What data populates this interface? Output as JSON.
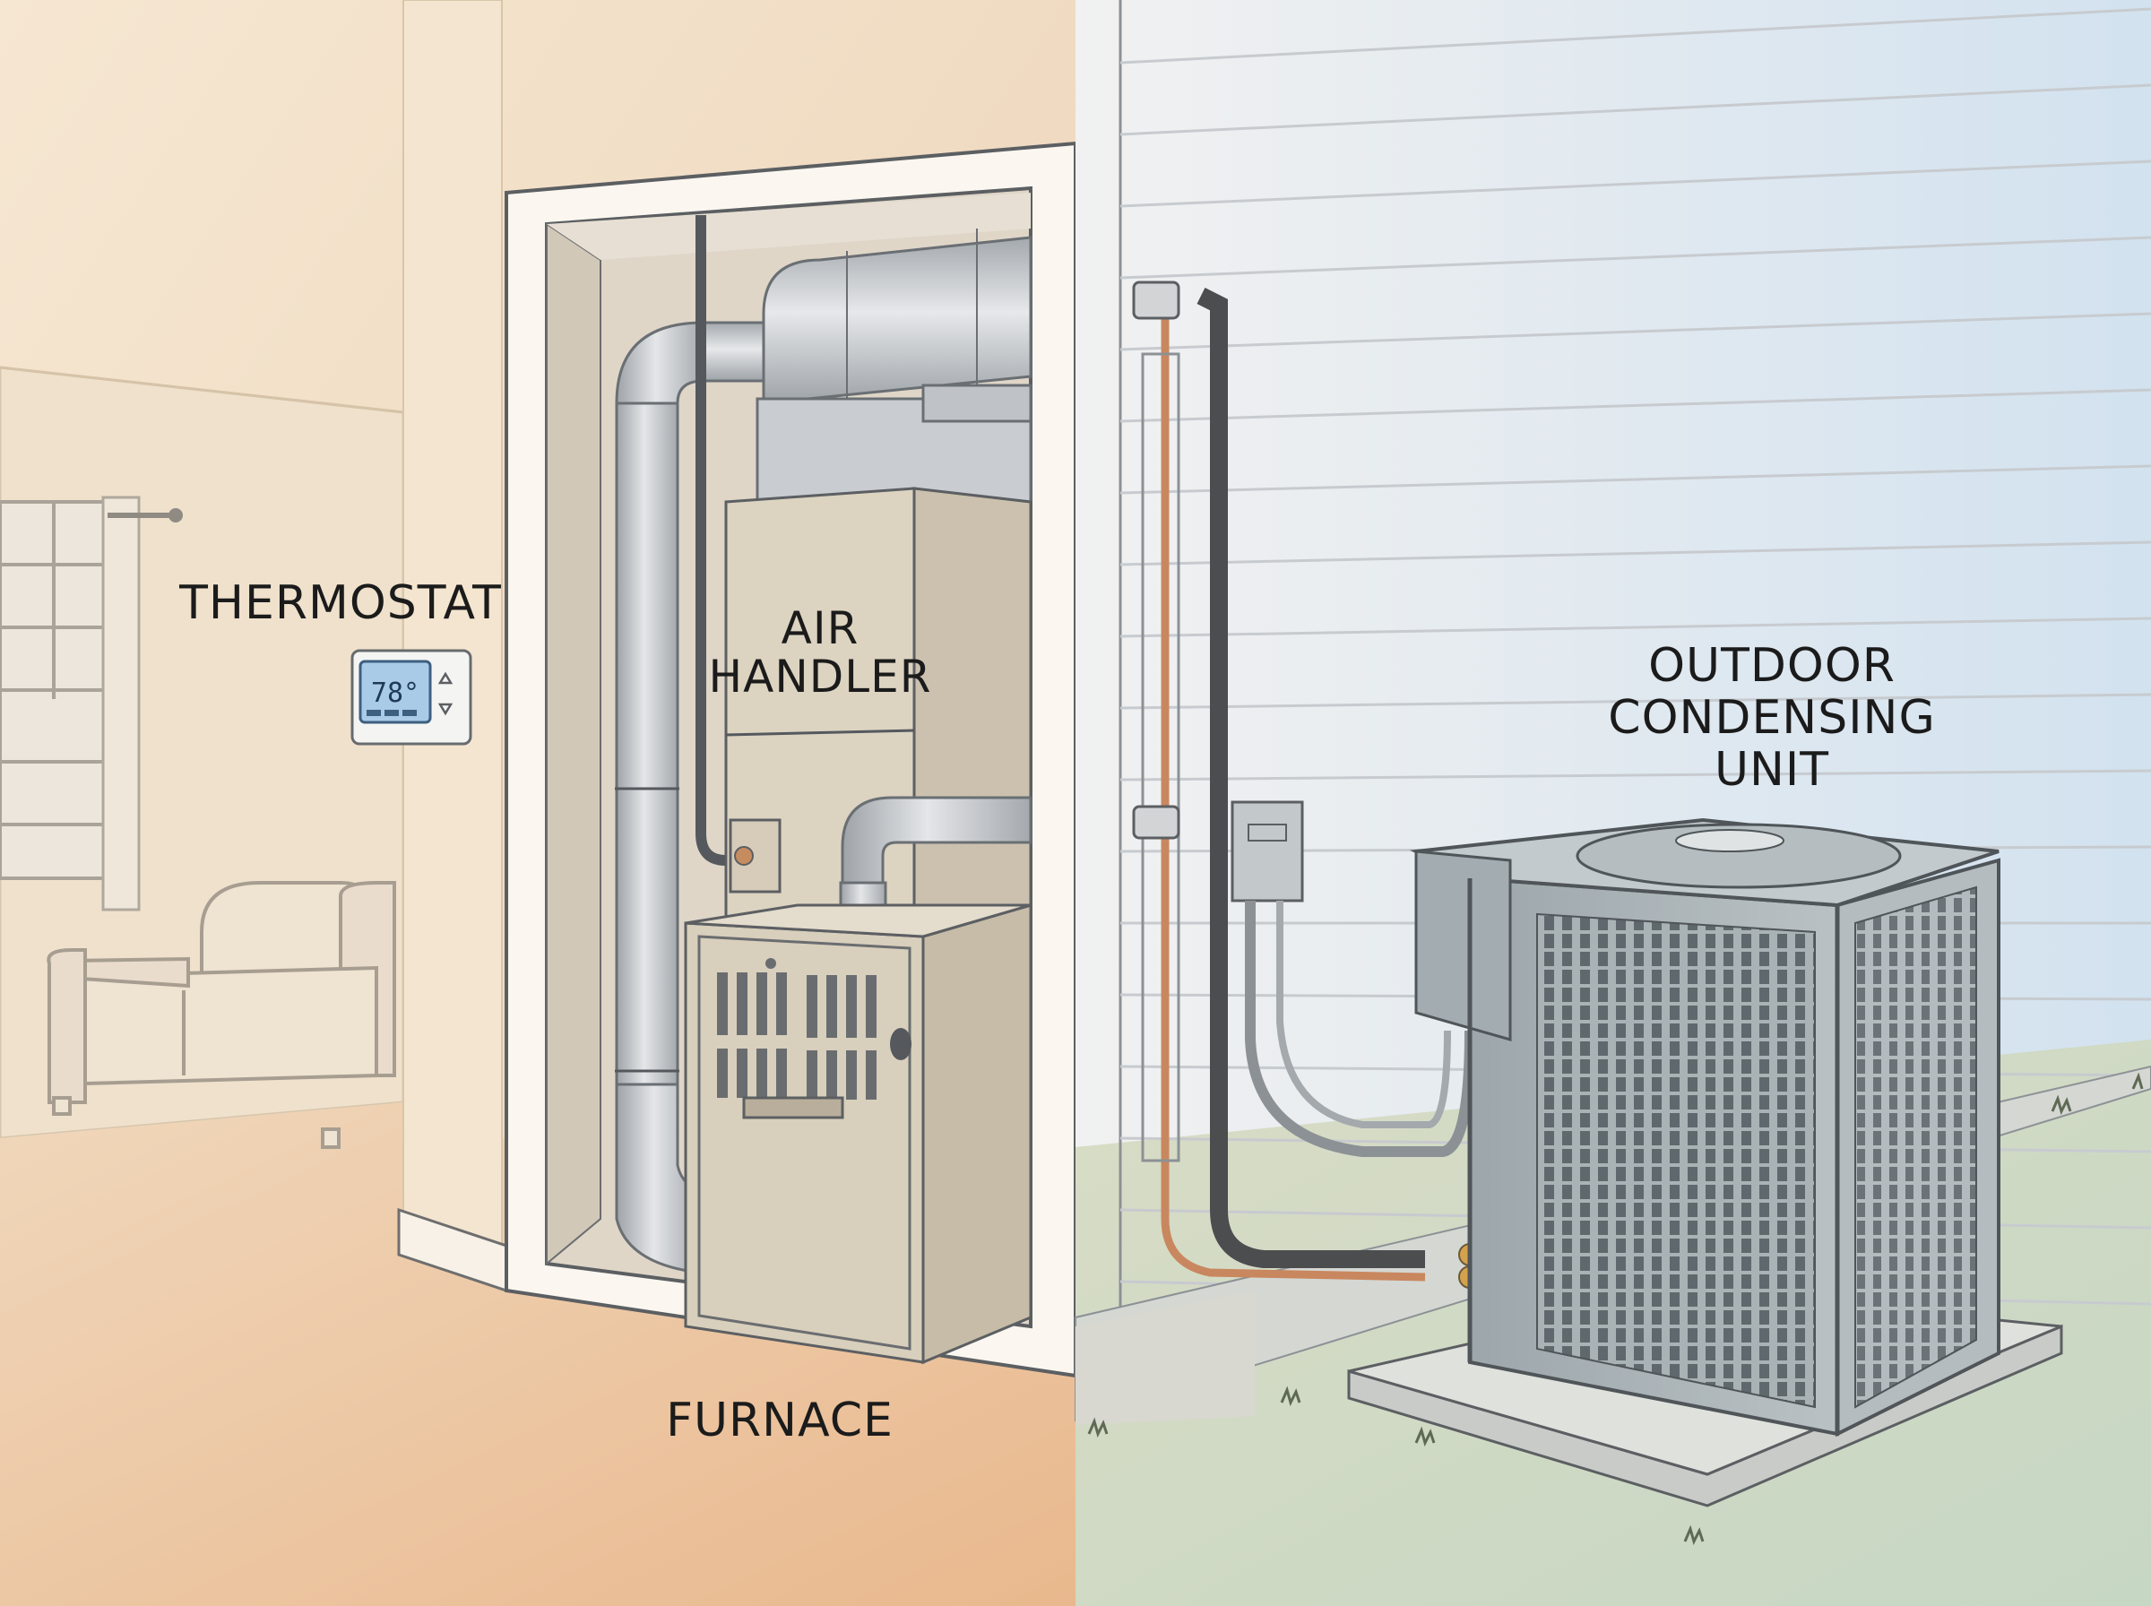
{
  "labels": {
    "thermostat": "THERMOSTAT",
    "air_handler_line1": "AIR",
    "air_handler_line2": "HANDLER",
    "furnace": "FURNACE",
    "outdoor_line1": "OUTDOOR",
    "outdoor_line2": "CONDENSING",
    "outdoor_line3": "UNIT"
  },
  "thermostat": {
    "temperature": "78°",
    "up_icon": "triangle-up-icon",
    "down_icon": "triangle-down-icon"
  },
  "colors": {
    "interior_warm": "#f1c9a0",
    "interior_wall": "#efe4d2",
    "exterior_siding": "#eef0f3",
    "exterior_sky": "#cfe0ee",
    "ground_green": "#c9d7b6",
    "equipment_beige": "#ddd3c0",
    "duct_metal": "#c9ccd0",
    "condenser_gray": "#a7b0b3",
    "copper_line": "#c9875f",
    "insulated_line": "#4b4d4f",
    "thermostat_screen": "#a9cbe8"
  }
}
